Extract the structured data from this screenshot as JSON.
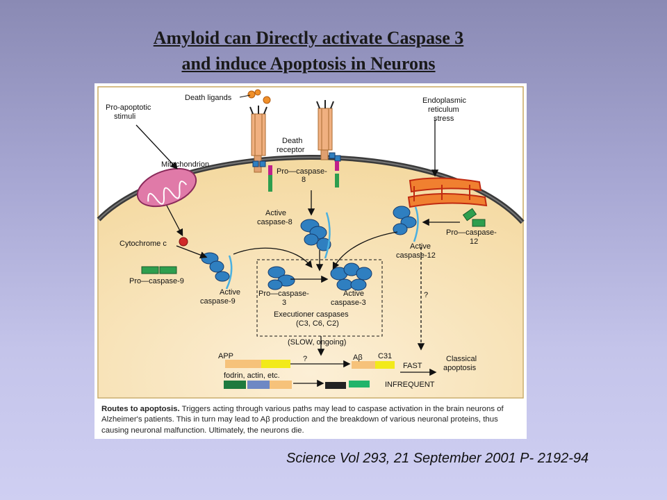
{
  "slide": {
    "title_line1": "Amyloid can Directly activate Caspase 3",
    "title_line2": "and induce Apoptosis in Neurons",
    "citation": "Science Vol 293, 21 September 2001  P- 2192-94"
  },
  "figure": {
    "labels": {
      "death_ligands": "Death ligands",
      "pro_apoptotic_1": "Pro-apoptotic",
      "pro_apoptotic_2": "stimuli",
      "er_1": "Endoplasmic",
      "er_2": "reticulum",
      "er_3": "stress",
      "mitochondrion": "Mitochondrion",
      "death_receptor_1": "Death",
      "death_receptor_2": "receptor",
      "procaspase8_1": "Pro—caspase-",
      "procaspase8_2": "8",
      "active_c8_1": "Active",
      "active_c8_2": "caspase-8",
      "cytochrome": "Cytochrome c",
      "procaspase9": "Pro—caspase-9",
      "active_c9_1": "Active",
      "active_c9_2": "caspase-9",
      "procaspase12_1": "Pro—caspase-",
      "procaspase12_2": "12",
      "active_c12_1": "Active",
      "active_c12_2": "caspase-12",
      "procaspase3_1": "Pro—caspase-",
      "procaspase3_2": "3",
      "active_c3_1": "Active",
      "active_c3_2": "caspase-3",
      "executioner_1": "Executioner caspases",
      "executioner_2": "(C3, C6, C2)",
      "q1": "?",
      "q2": "?",
      "slow": "(SLOW, ongoing)",
      "app": "APP",
      "abeta": "Aβ",
      "c31": "C31",
      "fast": "FAST",
      "classical_1": "Classical",
      "classical_2": "apoptosis",
      "fodrin": "fodrin, actin, etc.",
      "infrequent": "INFREQUENT"
    },
    "caption": {
      "bold": "Routes to apoptosis.",
      "text": " Triggers acting through various paths may lead to caspase activation in the brain neurons of Alzheimer's patients. This in turn may lead to Aβ production and the breakdown of various neuronal proteins, thus causing neuronal malfunction. Ultimately, the neurons die."
    },
    "colors": {
      "cytoplasm": "#f6dca4",
      "membrane": "#3a3a3a",
      "caspase": "#2f7fc0",
      "procaspase_green": "#2e9e4e",
      "receptor": "#f0b080",
      "mito": "#e07aa8",
      "er": "#f08030",
      "app_bar": "#f6c27a",
      "yellow": "#f2ea1a",
      "blue_seg": "#6e88c4",
      "dark_green": "#1e7a3e",
      "black_seg": "#222222",
      "bright_green": "#22b46a"
    }
  }
}
